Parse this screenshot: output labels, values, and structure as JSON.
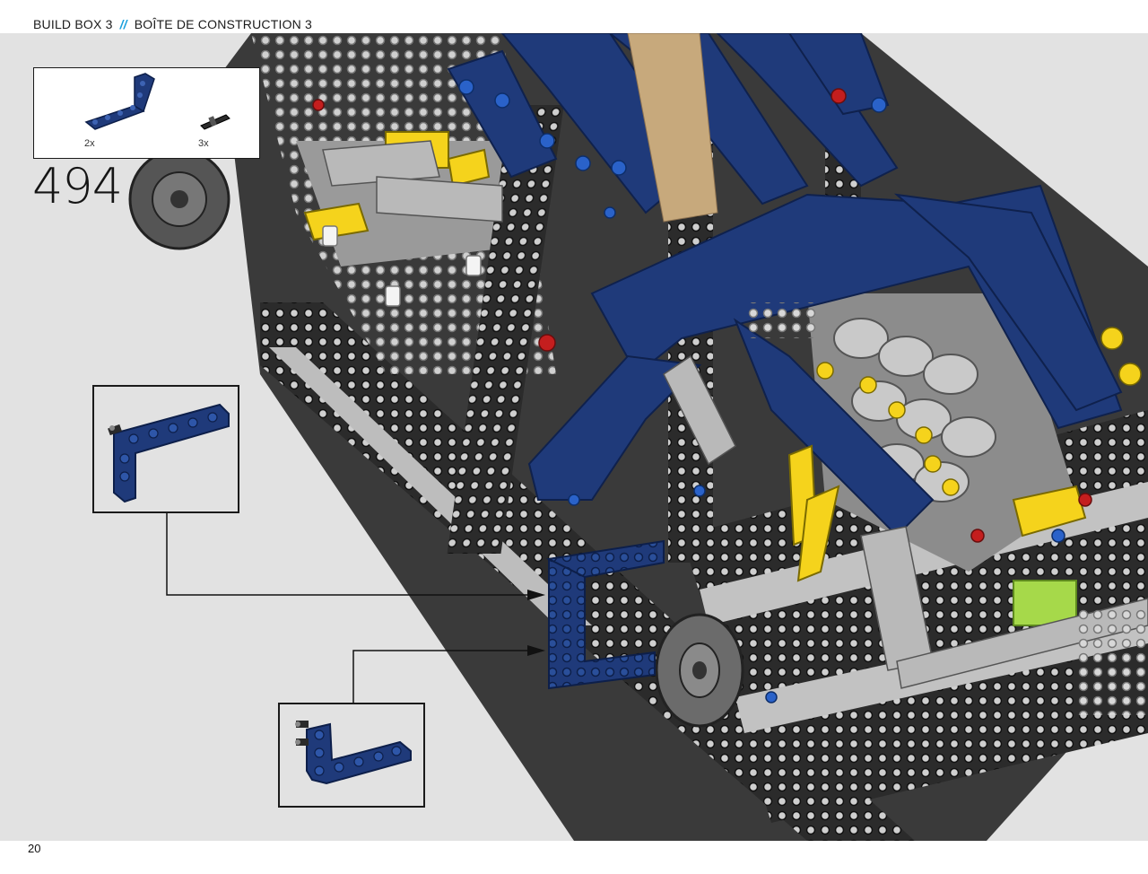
{
  "header": {
    "build_box": "BUILD BOX 3",
    "separator": "//",
    "build_box_fr": "BOÎTE DE CONSTRUCTION 3"
  },
  "parts_list": {
    "items": [
      {
        "name": "blue-l-beam-icon",
        "quantity": "2x"
      },
      {
        "name": "black-axle-pin-icon",
        "quantity": "3x"
      }
    ]
  },
  "step": {
    "number": "494"
  },
  "page": {
    "number": "20"
  },
  "colors": {
    "background": "#e2e2e2",
    "dark_blue": "#1f3a7a",
    "black_beam": "#2b2b2b",
    "light_gray": "#b8b8b8",
    "accent_yellow": "#f5d31c",
    "accent_blue": "#1aa0dc",
    "red_pin": "#c41e1e",
    "lime": "#a6d94a"
  }
}
